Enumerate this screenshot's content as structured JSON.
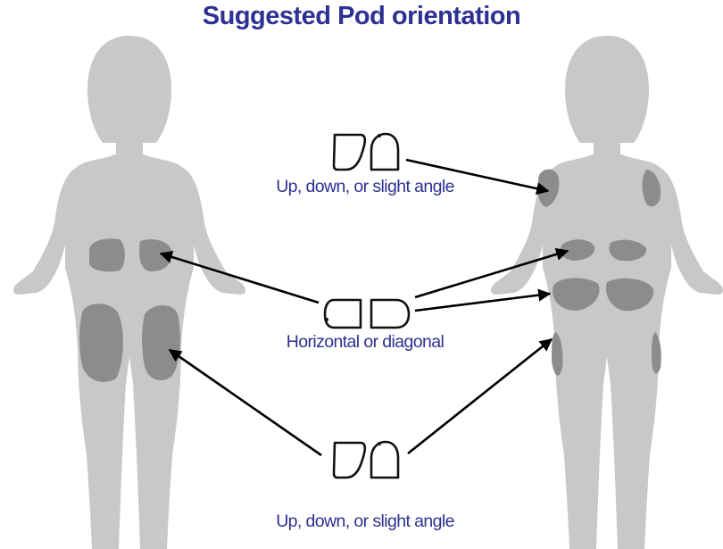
{
  "title": "Suggested Pod orientation",
  "captions": {
    "arm": "Up, down, or slight angle",
    "hips": "Horizontal or diagonal",
    "thigh": "Up, down, or slight angle"
  },
  "colors": {
    "title": "#2e3192",
    "caption": "#2e3192",
    "body": "#c8c8c8",
    "zone": "#8c8c8c",
    "arrow": "#000000",
    "pod_outline": "#111111"
  }
}
